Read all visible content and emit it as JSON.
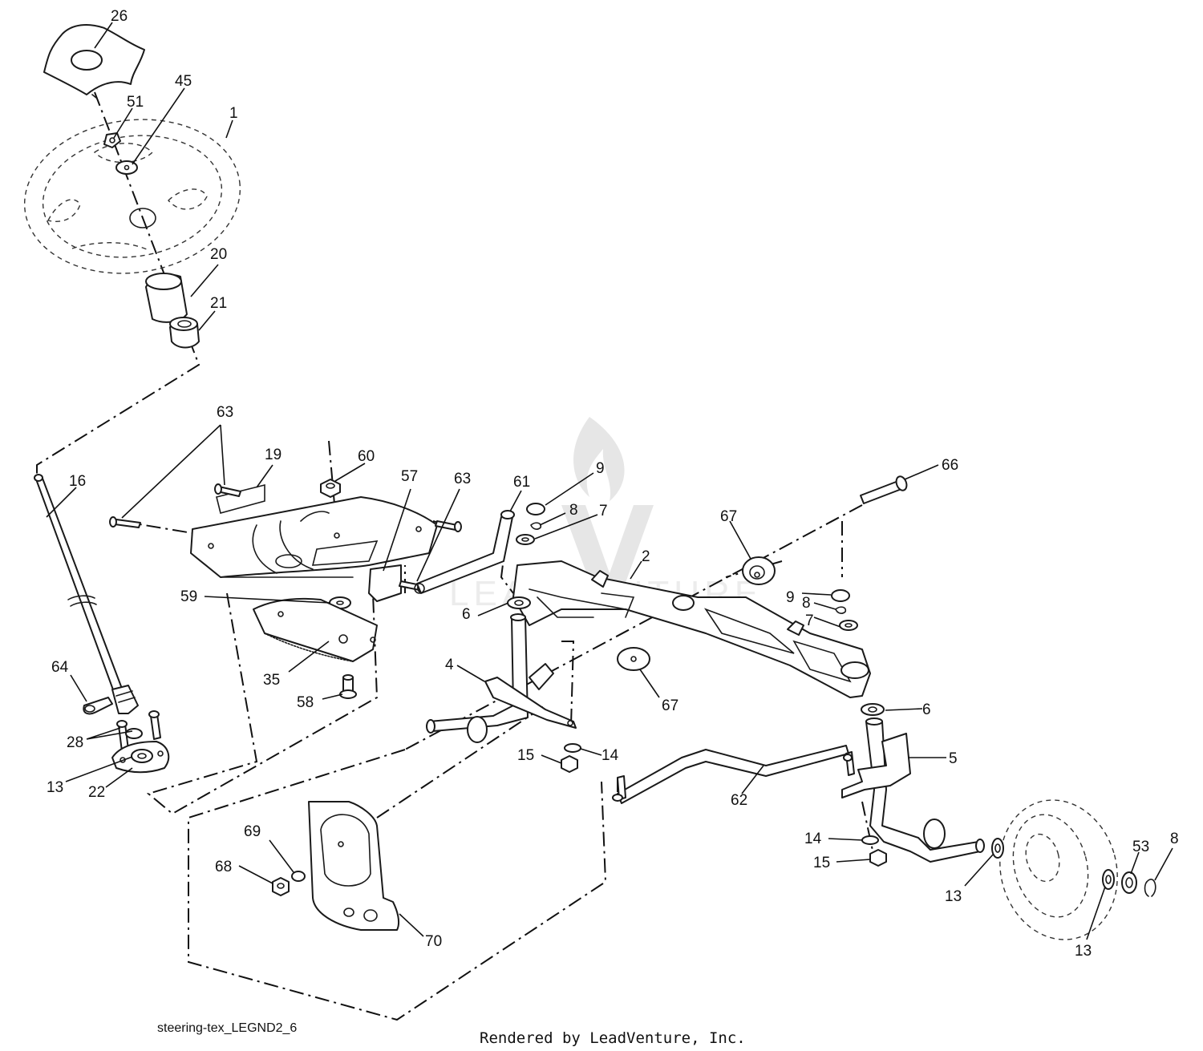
{
  "diagram": {
    "caption": "steering-tex_LEGND2_6",
    "render_note": "Rendered by LeadVenture, Inc.",
    "watermark_text": "LEADVENTURE",
    "callouts": {
      "c26": "26",
      "c45": "45",
      "c51": "51",
      "c1": "1",
      "c20": "20",
      "c21": "21",
      "c63a": "63",
      "c19": "19",
      "c60": "60",
      "c57": "57",
      "c63b": "63",
      "c16": "16",
      "c59": "59",
      "c35": "35",
      "c58": "58",
      "c64": "64",
      "c28": "28",
      "c13a": "13",
      "c22": "22",
      "c61": "61",
      "c9a": "9",
      "c8a": "8",
      "c7a": "7",
      "c66": "66",
      "c67a": "67",
      "c2": "2",
      "c9b": "9",
      "c8b": "8",
      "c7b": "7",
      "c6a": "6",
      "c4": "4",
      "c67b": "67",
      "c6b": "6",
      "c15a": "15",
      "c14a": "14",
      "c5": "5",
      "c62": "62",
      "c14b": "14",
      "c15b": "15",
      "c69": "69",
      "c68": "68",
      "c70": "70",
      "c13b": "13",
      "c53": "53",
      "c8c": "8",
      "c13c": "13"
    }
  },
  "colors": {
    "line": "#1a1a1a",
    "background": "#ffffff",
    "watermark": "#e6e6e6"
  }
}
